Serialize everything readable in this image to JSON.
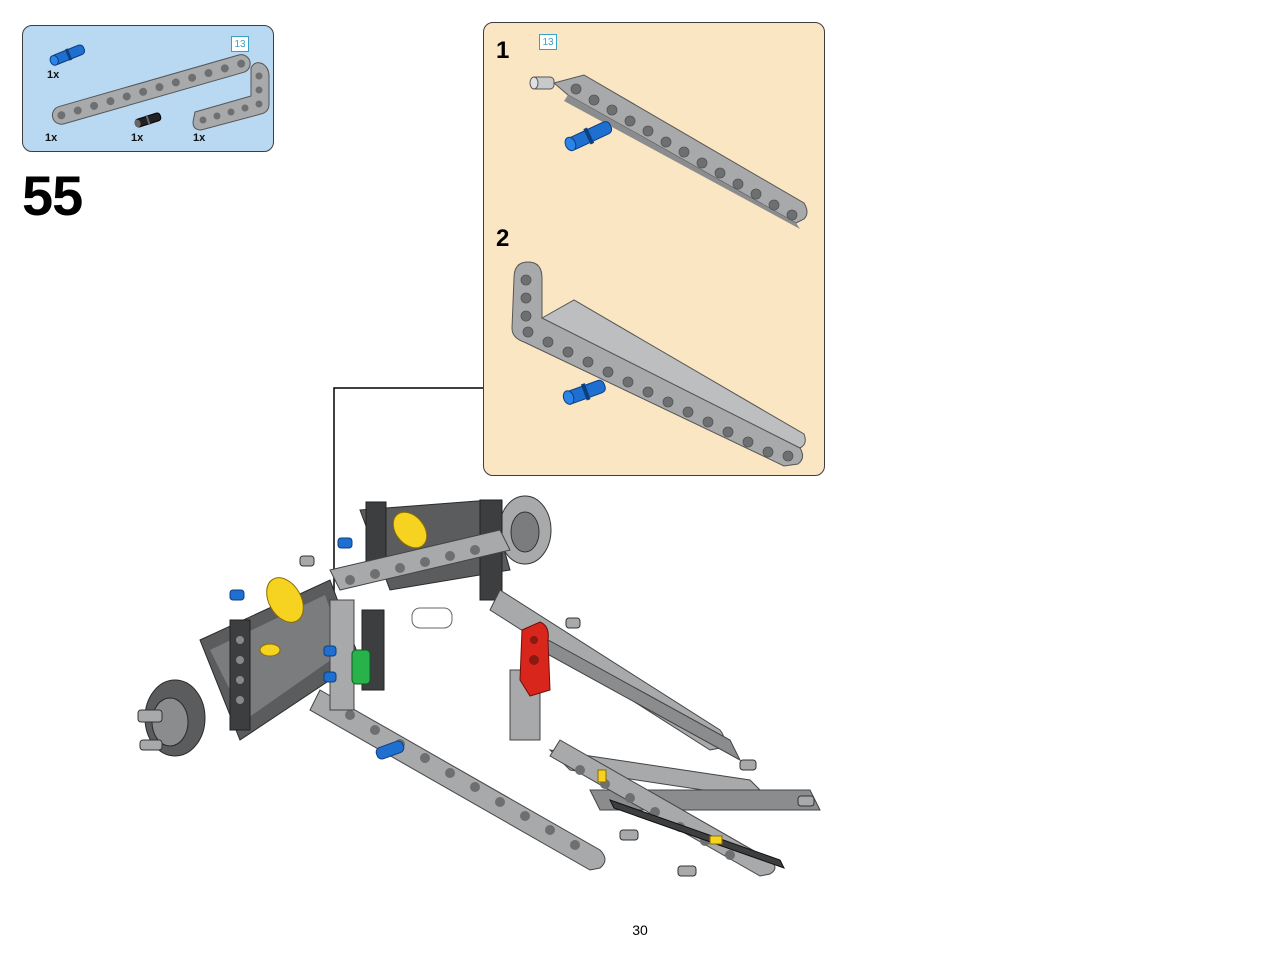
{
  "parts_list": {
    "items": [
      {
        "name": "blue-axle-pin",
        "qty": "1x"
      },
      {
        "name": "gray-beam-long",
        "qty": "1x"
      },
      {
        "name": "black-pin",
        "qty": "1x"
      },
      {
        "name": "gray-l-beam",
        "qty": "1x"
      }
    ],
    "ref": "13"
  },
  "step": "55",
  "callout": {
    "steps": [
      {
        "number": "1",
        "ref": "13"
      },
      {
        "number": "2"
      }
    ]
  },
  "page": "30",
  "colors": {
    "parts_bg": "#b9d8f2",
    "callout_bg": "#fbe6c4",
    "beam": "#a7a9ab",
    "blue_pin": "#1e6fd0",
    "red": "#d9261c",
    "yellow": "#f6d221",
    "green": "#27b24a",
    "dark_gray": "#5a5c5e"
  }
}
